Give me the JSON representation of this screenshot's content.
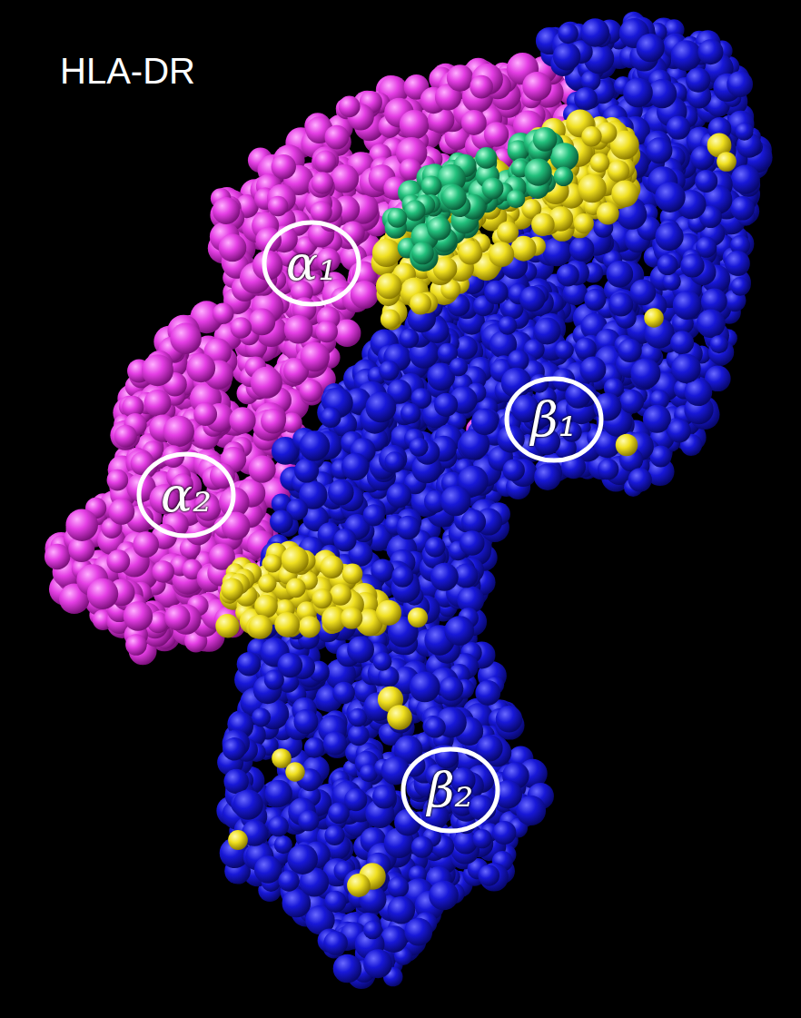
{
  "diagram": {
    "title": "HLA-DR",
    "nodes": [
      {
        "text": [
          "α₁"
        ]
      },
      {
        "text": [
          "β₁"
        ]
      },
      {
        "text": [
          "α₂"
        ]
      },
      {
        "text": [
          "β₂"
        ]
      }
    ]
  }
}
